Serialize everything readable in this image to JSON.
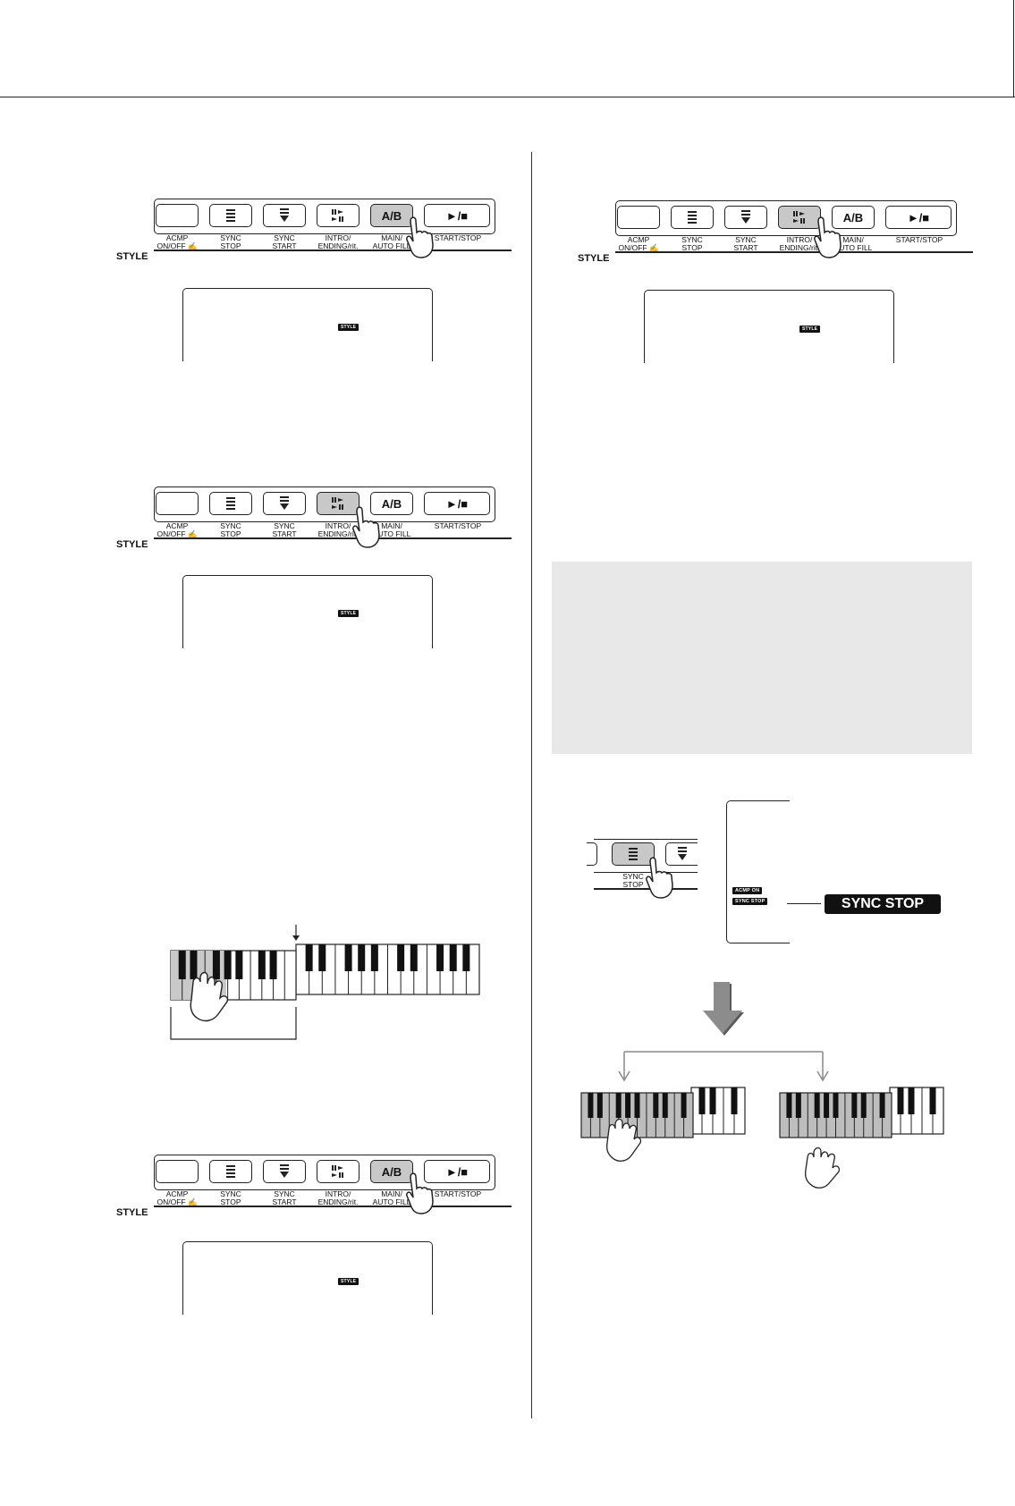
{
  "panel": {
    "buttons": [
      {
        "label": "",
        "caption": [
          "ACMP",
          "ON/OFF"
        ]
      },
      {
        "label": "",
        "caption": [
          "SYNC",
          "STOP"
        ]
      },
      {
        "label": "",
        "caption": [
          "SYNC",
          "START"
        ]
      },
      {
        "label": "",
        "caption": [
          "INTRO/",
          "ENDING/rit."
        ]
      },
      {
        "label": "A/B",
        "caption": [
          "MAIN/",
          "AUTO FILL"
        ]
      },
      {
        "label": "►/■",
        "caption": [
          "START/STOP"
        ]
      }
    ],
    "section_label": "STYLE"
  },
  "display_badge": "STYLE",
  "sync_callout": {
    "acmp_on": "ACMP ON",
    "sync_stop_small": "SYNC STOP",
    "sync_stop_large": "SYNC STOP"
  },
  "colors": {
    "pressed": "#c8c8c8",
    "box_gray": "#e8e8e8",
    "arrow_gray": "#8c8c8c"
  }
}
